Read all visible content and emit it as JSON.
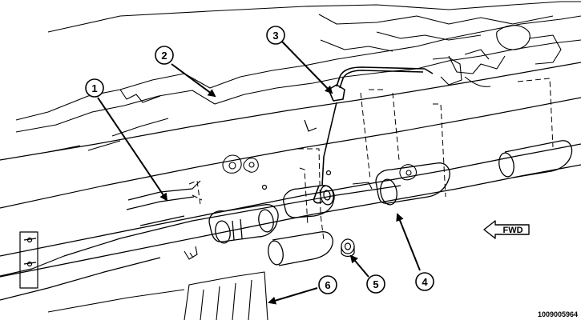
{
  "callouts": [
    {
      "label": "1"
    },
    {
      "label": "2"
    },
    {
      "label": "3"
    },
    {
      "label": "4"
    },
    {
      "label": "5"
    },
    {
      "label": "6"
    }
  ],
  "direction_label": "FWD",
  "figure_id": "1009005964"
}
